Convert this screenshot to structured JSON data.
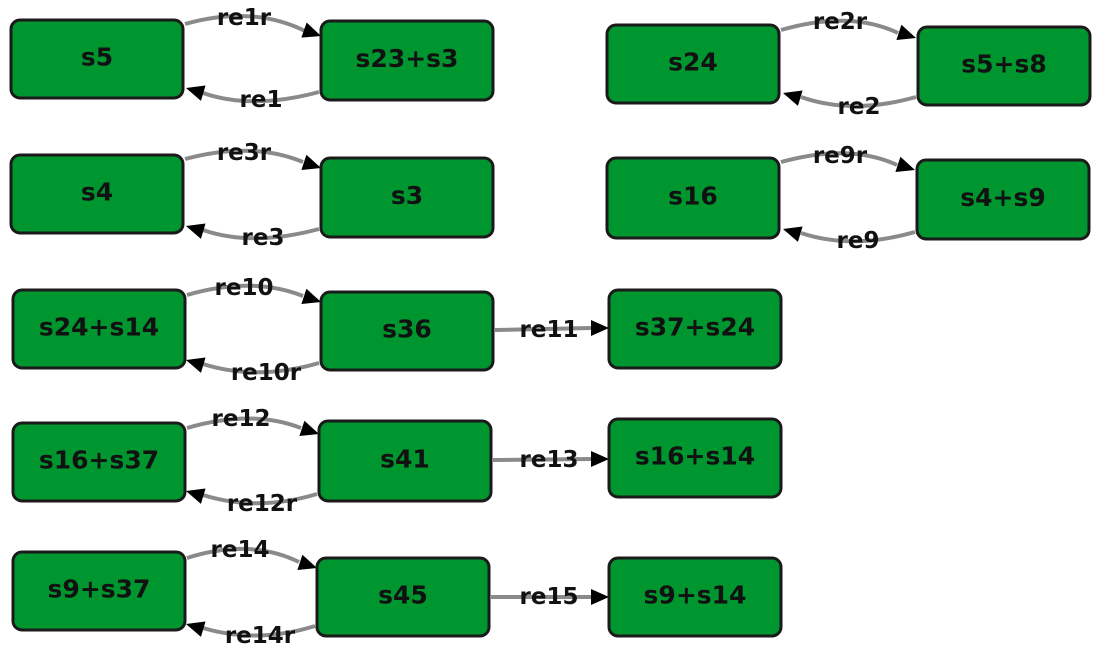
{
  "diagram": {
    "nodes": [
      {
        "id": "n_s5",
        "label": "s5"
      },
      {
        "id": "n_s23_s3",
        "label": "s23+s3"
      },
      {
        "id": "n_s24",
        "label": "s24"
      },
      {
        "id": "n_s5_s8",
        "label": "s5+s8"
      },
      {
        "id": "n_s4",
        "label": "s4"
      },
      {
        "id": "n_s3",
        "label": "s3"
      },
      {
        "id": "n_s16",
        "label": "s16"
      },
      {
        "id": "n_s4_s9",
        "label": "s4+s9"
      },
      {
        "id": "n_s24_s14",
        "label": "s24+s14"
      },
      {
        "id": "n_s36",
        "label": "s36"
      },
      {
        "id": "n_s37_s24",
        "label": "s37+s24"
      },
      {
        "id": "n_s16_s37",
        "label": "s16+s37"
      },
      {
        "id": "n_s41",
        "label": "s41"
      },
      {
        "id": "n_s16_s14",
        "label": "s16+s14"
      },
      {
        "id": "n_s9_s37",
        "label": "s9+s37"
      },
      {
        "id": "n_s45",
        "label": "s45"
      },
      {
        "id": "n_s9_s14",
        "label": "s9+s14"
      }
    ],
    "edges": [
      {
        "id": "e_re1r",
        "label": "re1r",
        "from": "n_s5",
        "to": "n_s23_s3"
      },
      {
        "id": "e_re1",
        "label": "re1",
        "from": "n_s23_s3",
        "to": "n_s5"
      },
      {
        "id": "e_re2r",
        "label": "re2r",
        "from": "n_s24",
        "to": "n_s5_s8"
      },
      {
        "id": "e_re2",
        "label": "re2",
        "from": "n_s5_s8",
        "to": "n_s24"
      },
      {
        "id": "e_re3r",
        "label": "re3r",
        "from": "n_s4",
        "to": "n_s3"
      },
      {
        "id": "e_re3",
        "label": "re3",
        "from": "n_s3",
        "to": "n_s4"
      },
      {
        "id": "e_re9r",
        "label": "re9r",
        "from": "n_s16",
        "to": "n_s4_s9"
      },
      {
        "id": "e_re9",
        "label": "re9",
        "from": "n_s4_s9",
        "to": "n_s16"
      },
      {
        "id": "e_re10",
        "label": "re10",
        "from": "n_s24_s14",
        "to": "n_s36"
      },
      {
        "id": "e_re10r",
        "label": "re10r",
        "from": "n_s36",
        "to": "n_s24_s14"
      },
      {
        "id": "e_re11",
        "label": "re11",
        "from": "n_s36",
        "to": "n_s37_s24"
      },
      {
        "id": "e_re12",
        "label": "re12",
        "from": "n_s16_s37",
        "to": "n_s41"
      },
      {
        "id": "e_re12r",
        "label": "re12r",
        "from": "n_s41",
        "to": "n_s16_s37"
      },
      {
        "id": "e_re13",
        "label": "re13",
        "from": "n_s41",
        "to": "n_s16_s14"
      },
      {
        "id": "e_re14",
        "label": "re14",
        "from": "n_s9_s37",
        "to": "n_s45"
      },
      {
        "id": "e_re14r",
        "label": "re14r",
        "from": "n_s45",
        "to": "n_s9_s37"
      },
      {
        "id": "e_re15",
        "label": "re15",
        "from": "n_s45",
        "to": "n_s9_s14"
      }
    ]
  }
}
